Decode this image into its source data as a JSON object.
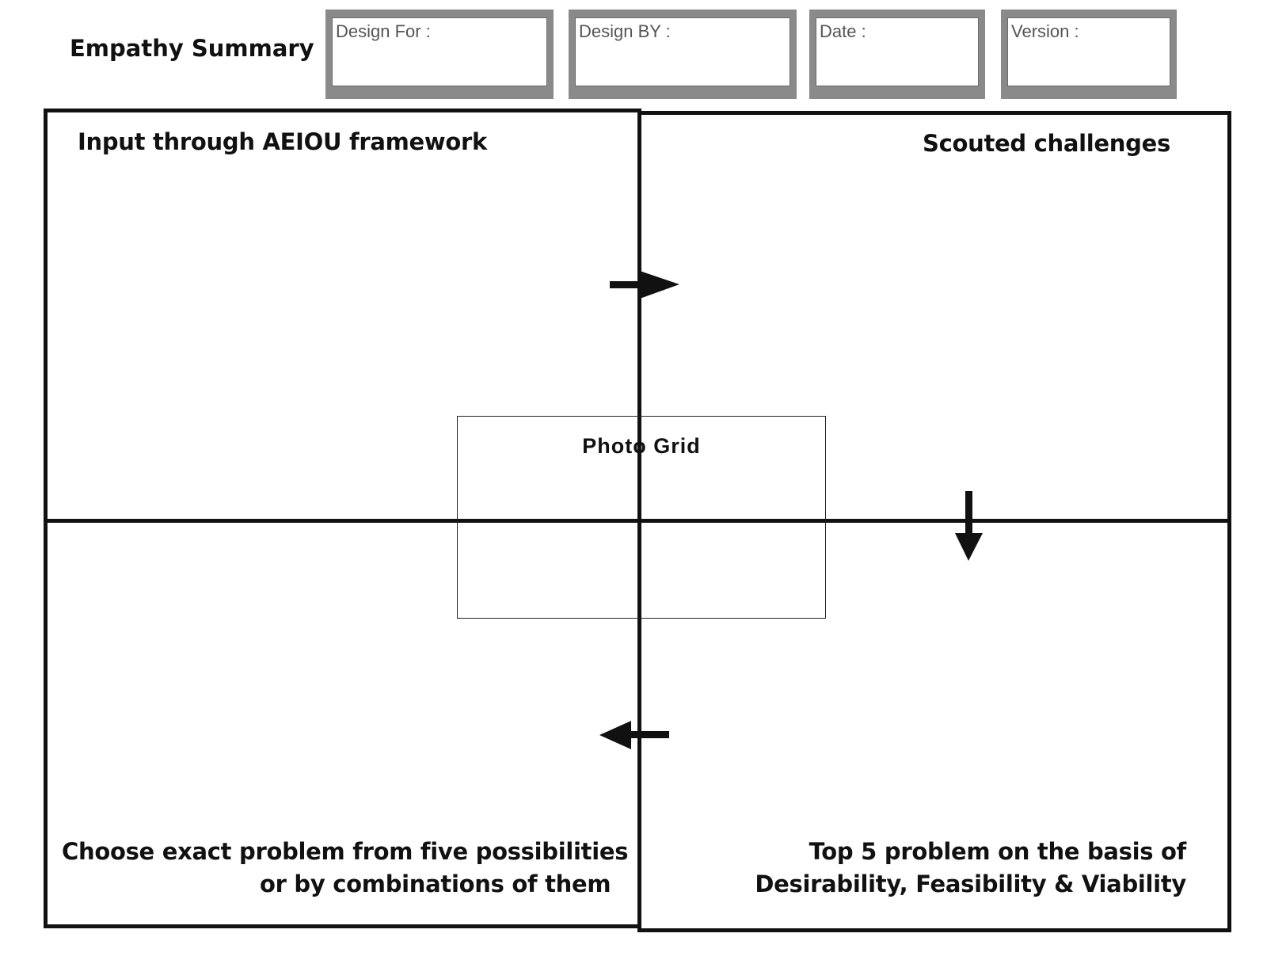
{
  "header": {
    "title": "Empathy Summary",
    "fields": [
      {
        "label": "Design For :"
      },
      {
        "label": "Design BY :"
      },
      {
        "label": "Date :"
      },
      {
        "label": "Version :"
      }
    ]
  },
  "quadrants": {
    "top_left": {
      "label": "Input through AEIOU framework"
    },
    "top_right": {
      "label": "Scouted challenges"
    },
    "bottom_right": {
      "line1": "Top 5 problem on the basis of",
      "line2": "Desirability, Feasibility & Viability"
    },
    "bottom_left": {
      "line1": "Choose exact problem from  five possibilities",
      "line2": "or by combinations of them"
    }
  },
  "photo_grid": {
    "label": "Photo Grid"
  },
  "colors": {
    "border": "#111111",
    "field_frame": "#8a8a8a",
    "field_text": "#555555"
  },
  "arrows": [
    {
      "name": "arrow-right-icon",
      "direction": "right"
    },
    {
      "name": "arrow-down-icon",
      "direction": "down"
    },
    {
      "name": "arrow-left-icon",
      "direction": "left"
    }
  ]
}
